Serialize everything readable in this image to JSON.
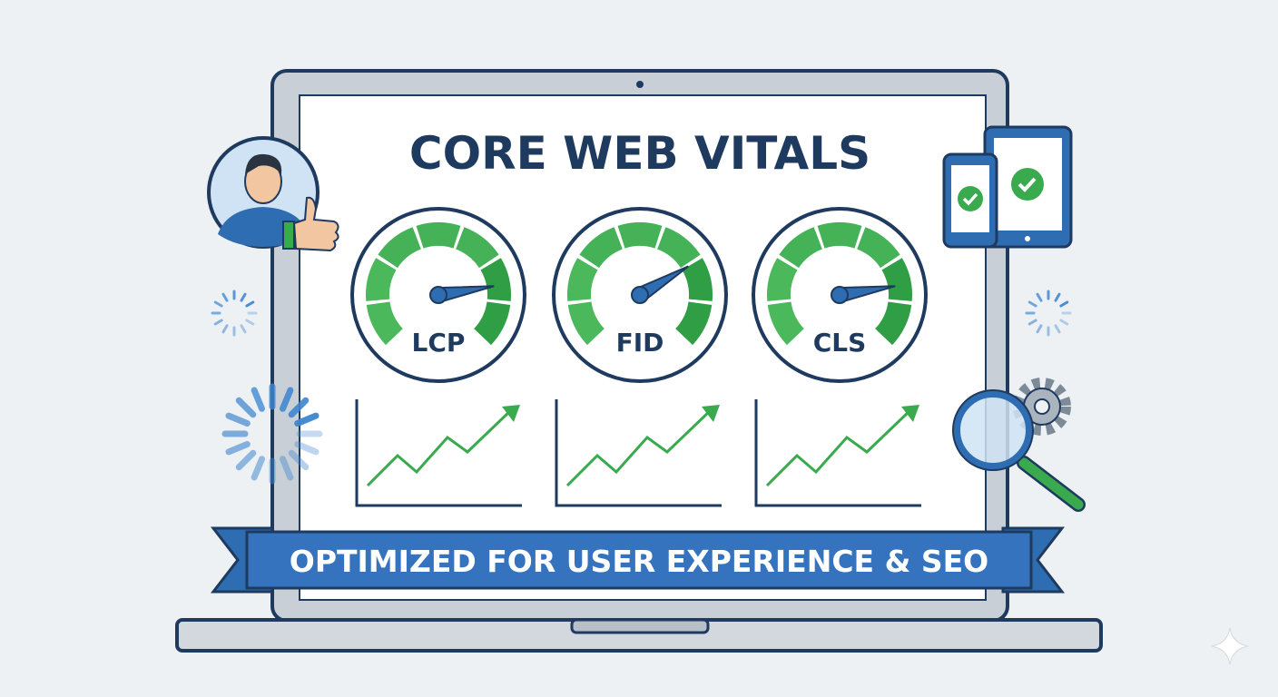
{
  "title": "CORE WEB VITALS",
  "banner": "OPTIMIZED FOR USER EXPERIENCE & SEO",
  "gauges": [
    {
      "label": "LCP",
      "needle_fraction": 0.8
    },
    {
      "label": "FID",
      "needle_fraction": 0.72
    },
    {
      "label": "CLS",
      "needle_fraction": 0.8
    }
  ],
  "colors": {
    "navy": "#1e3a5f",
    "green": "#3aaa4e",
    "blue": "#2f6db3",
    "bezel": "#c9cfd6",
    "background": "#eef1f4"
  }
}
